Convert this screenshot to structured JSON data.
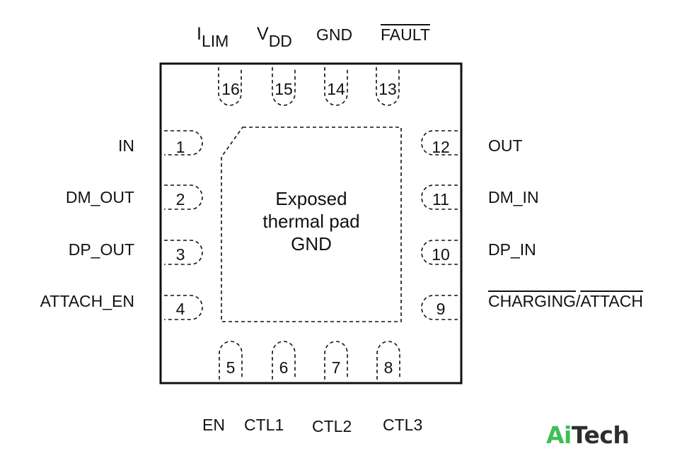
{
  "pins": {
    "p1": {
      "num": "1",
      "label": "IN"
    },
    "p2": {
      "num": "2",
      "label": "DM_OUT"
    },
    "p3": {
      "num": "3",
      "label": "DP_OUT"
    },
    "p4": {
      "num": "4",
      "label": "ATTACH_EN"
    },
    "p5": {
      "num": "5",
      "label": "EN"
    },
    "p6": {
      "num": "6",
      "label": "CTL1"
    },
    "p7": {
      "num": "7",
      "label": "CTL2"
    },
    "p8": {
      "num": "8",
      "label": "CTL3"
    },
    "p9": {
      "num": "9",
      "label_a": "CHARGING",
      "label_sep": "/",
      "label_b": "ATTACH"
    },
    "p10": {
      "num": "10",
      "label": "DP_IN"
    },
    "p11": {
      "num": "11",
      "label": "DM_IN"
    },
    "p12": {
      "num": "12",
      "label": "OUT"
    },
    "p13": {
      "num": "13",
      "label": "FAULT"
    },
    "p14": {
      "num": "14",
      "label": "GND"
    },
    "p15": {
      "num": "15",
      "label_main": "V",
      "label_sub": "DD"
    },
    "p16": {
      "num": "16",
      "label_main": "I",
      "label_sub": "LIM"
    }
  },
  "pad": {
    "line1": "Exposed",
    "line2": "thermal pad",
    "line3": "GND"
  },
  "logo": {
    "part1": "Ai",
    "part2": "Tech"
  }
}
